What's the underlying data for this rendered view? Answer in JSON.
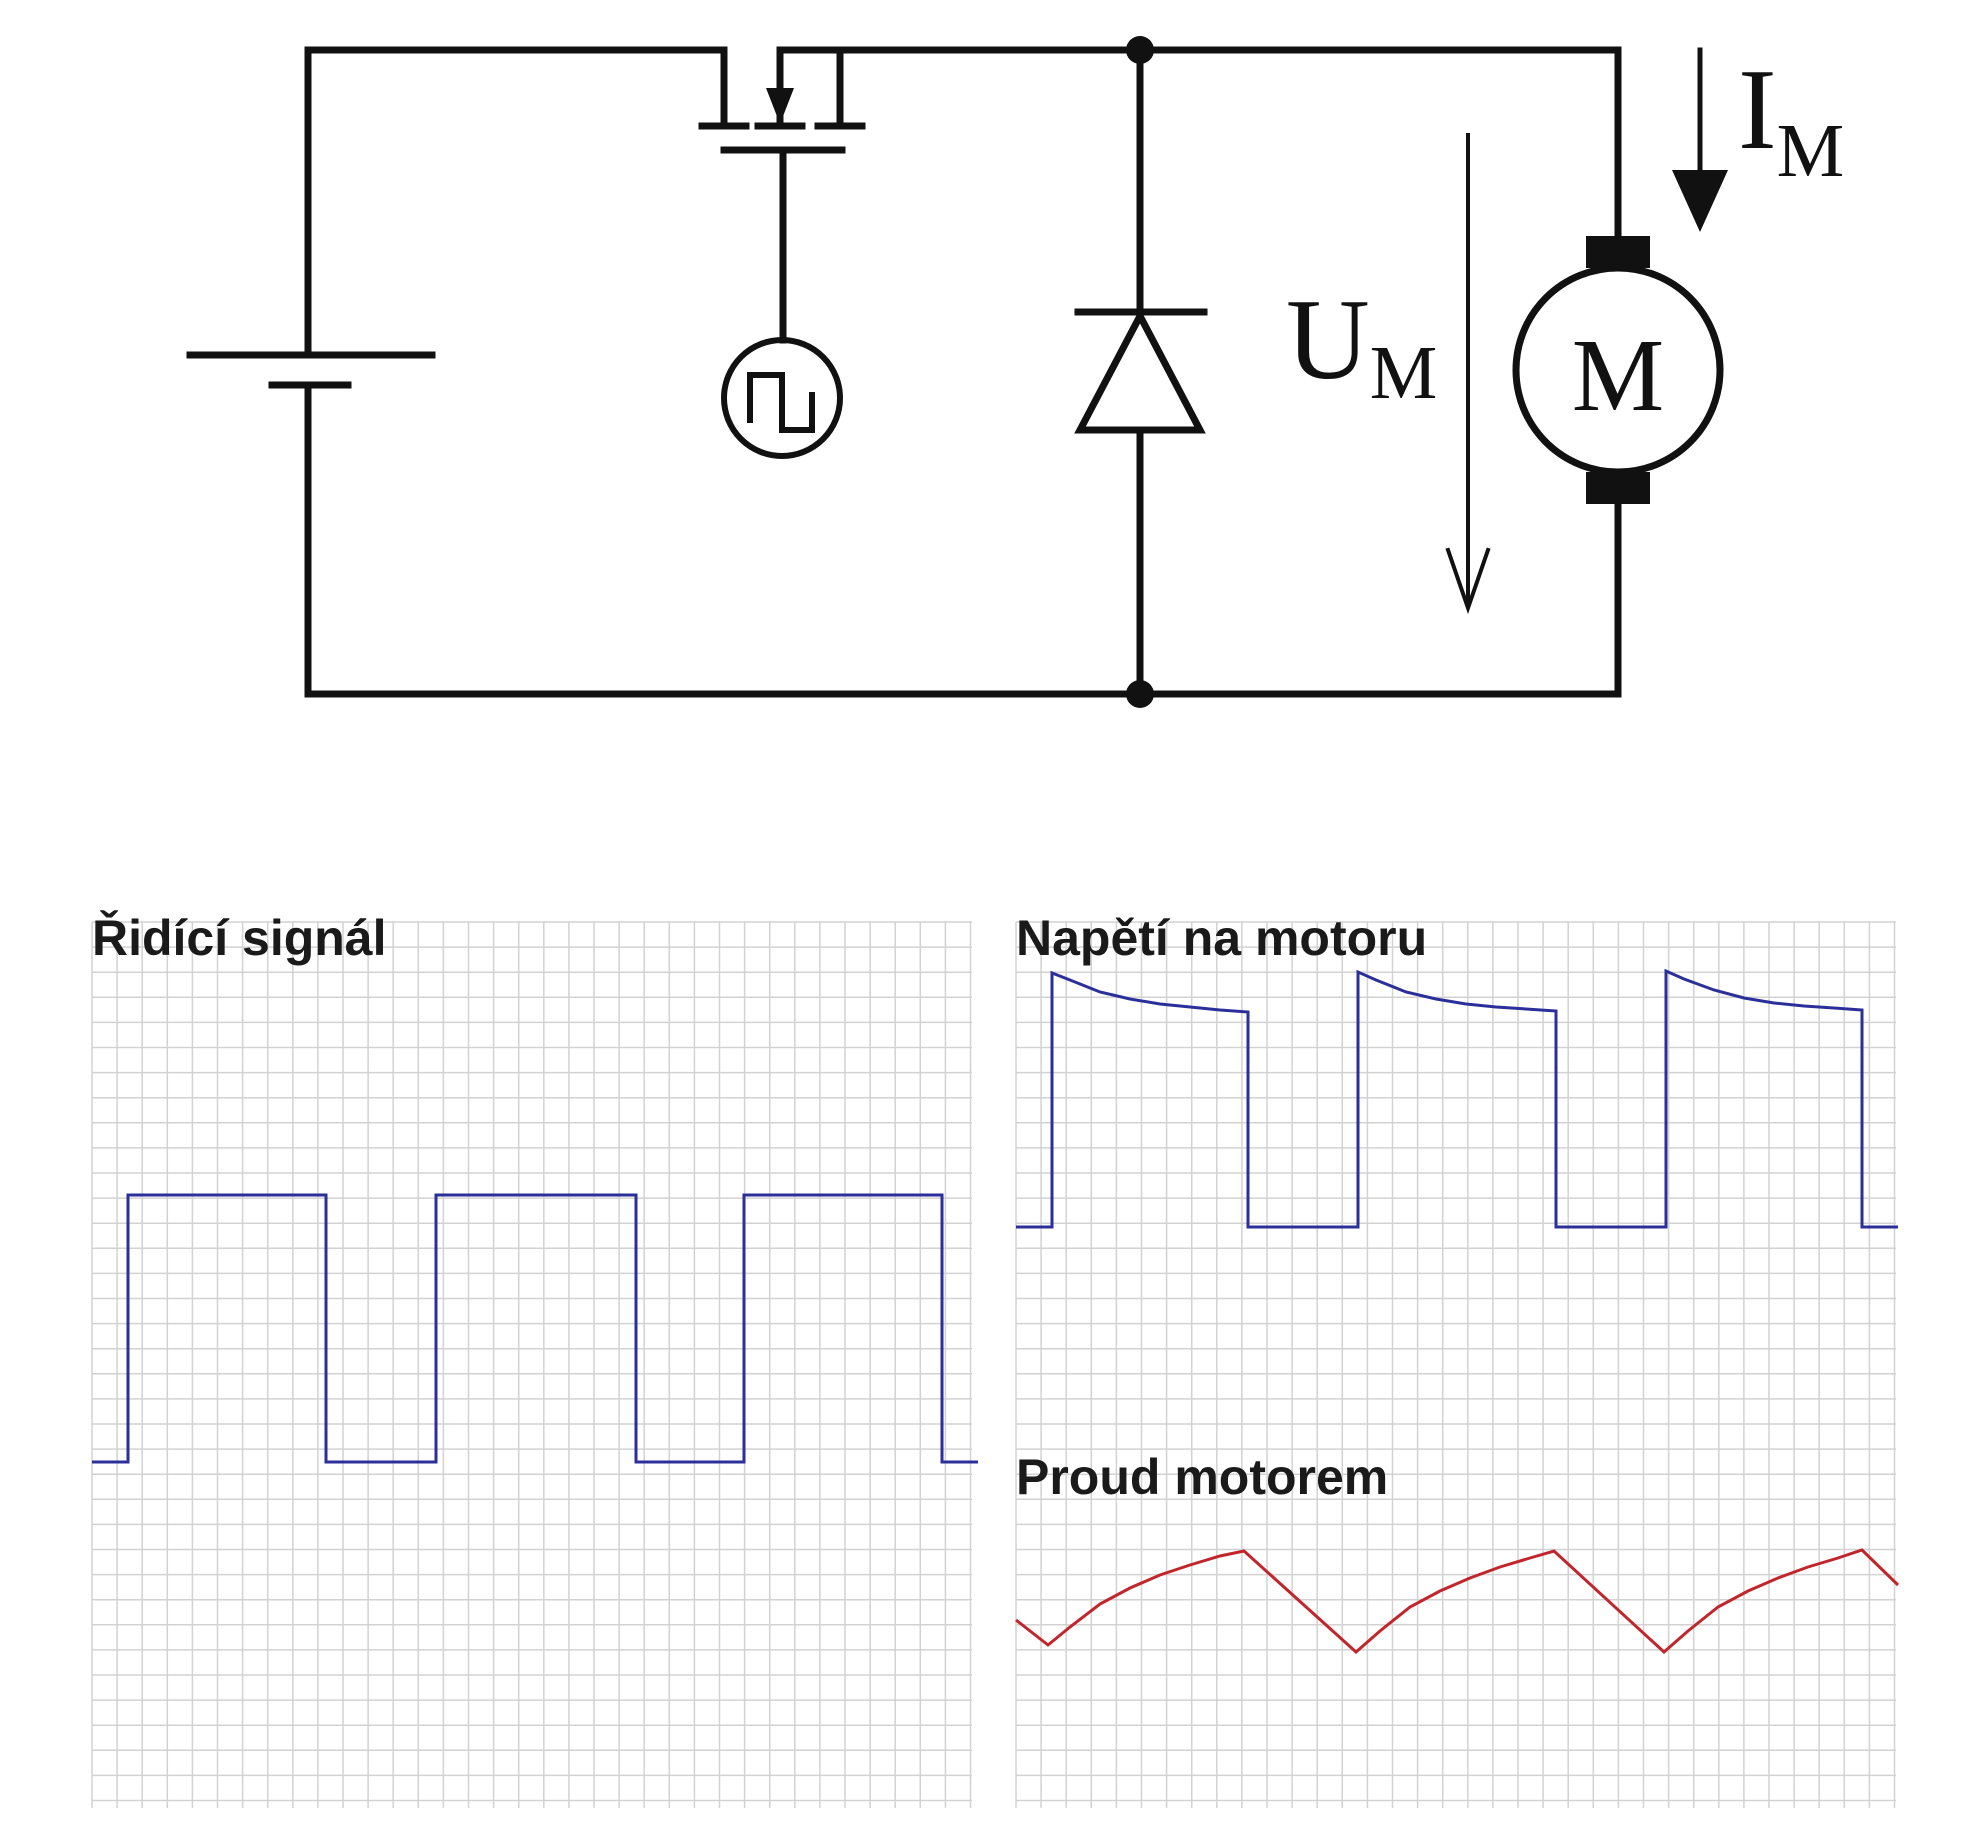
{
  "circuit": {
    "motor_letter": "M",
    "voltage_label": {
      "main": "U",
      "sub": "M"
    },
    "current_label": {
      "main": "I",
      "sub": "M"
    }
  },
  "panels": {
    "control": {
      "title": "Řidící signál"
    },
    "voltage": {
      "title": "Napětí na motoru"
    },
    "current": {
      "title": "Proud motorem"
    }
  },
  "colors": {
    "wire": "#111111",
    "grid": "#d2d2d2",
    "signal": "#2b2f9a",
    "current": "#c0262b"
  },
  "icons": [
    "battery-icon",
    "mosfet-icon",
    "square-wave-generator-icon",
    "diode-icon",
    "motor-icon",
    "arrow-down-icon"
  ]
}
